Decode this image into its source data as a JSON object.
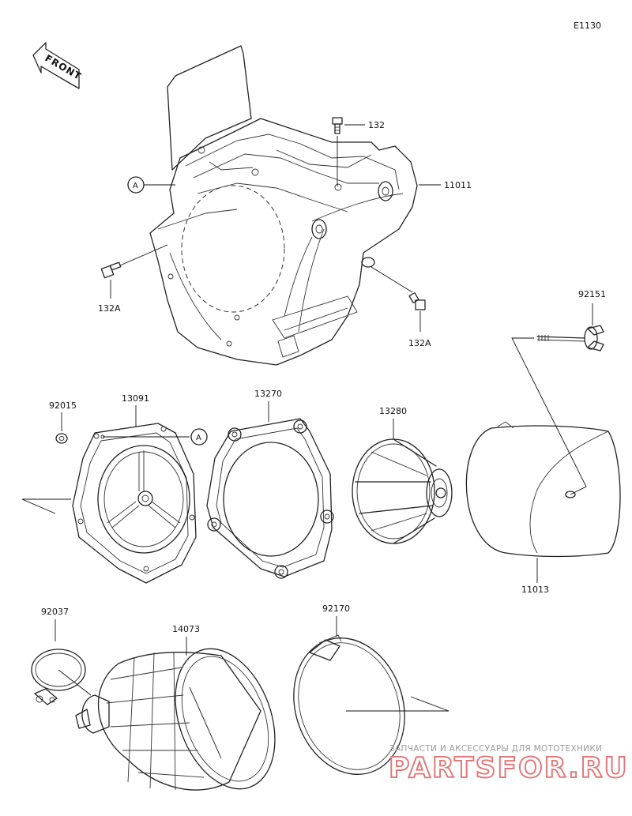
{
  "diagram_code": "E1130",
  "front_arrow_text": "FRONT",
  "callout_letter": "A",
  "parts": {
    "airbox": "11011",
    "bolt_top": "132",
    "bolt_left": "132A",
    "bolt_right": "132A",
    "wing_bolt": "92151",
    "nut": "92015",
    "holder": "13091",
    "gasket": "13270",
    "filter_cage": "13280",
    "filter_element": "11013",
    "clamp_small": "92037",
    "duct": "14073",
    "clamp_large": "92170"
  },
  "watermark": {
    "line1": "ЗАПЧАСТИ И АКСЕССУАРЫ ДЛЯ МОТОТЕХНИКИ",
    "line2": "PARTSFOR.RU"
  }
}
